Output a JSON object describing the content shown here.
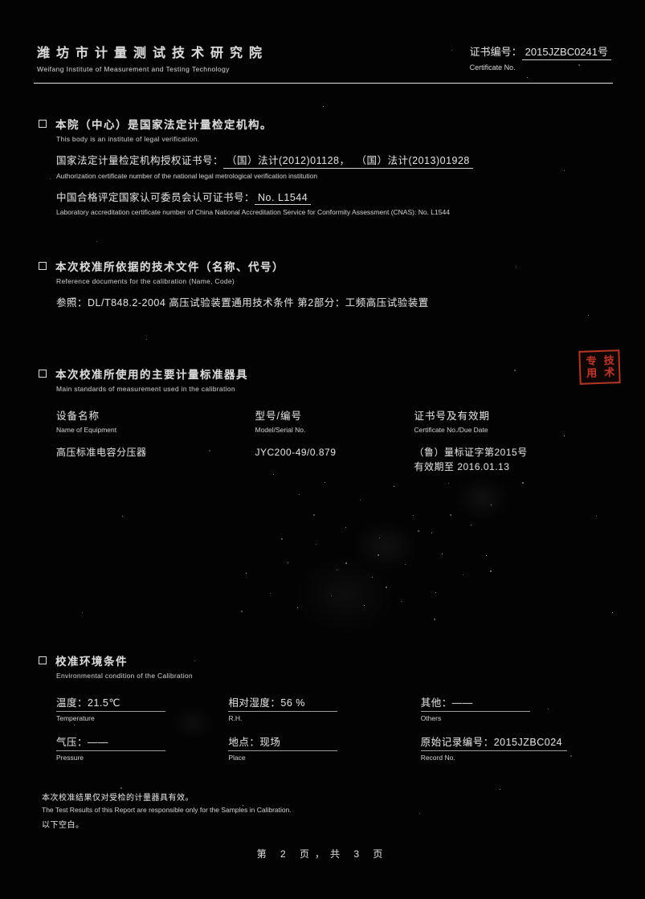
{
  "header": {
    "org_zh": "潍坊市计量测试技术研究院",
    "org_en": "Weifang Institute of Measurement and Testing Technology",
    "cert_label_zh": "证书编号：",
    "cert_no": "2015JZBC0241号",
    "cert_label_en": "Certificate No."
  },
  "section1": {
    "title_zh": "本院（中心）是国家法定计量检定机构。",
    "title_en": "This body is an institute of legal verification.",
    "auth_prefix_zh": "国家法定计量检定机构授权证书号：",
    "auth_no1": "（国）法计(2012)01128，",
    "auth_no2": "（国）法计(2013)01928",
    "auth_en": "Authorization certificate number of the national legal metrological verification institution",
    "cnas_prefix_zh": "中国合格评定国家认可委员会认可证书号：",
    "cnas_no": "No. L1544",
    "cnas_en": "Laboratory accreditation certificate number of China National Accreditation Service for Conformity Assessment (CNAS): No. L1544"
  },
  "section2": {
    "title_zh": "本次校准所依据的技术文件（名称、代号）",
    "title_en": "Reference documents for the calibration (Name, Code)",
    "doc": "参照：DL/T848.2-2004 高压试验装置通用技术条件 第2部分：工频高压试验装置"
  },
  "section3": {
    "title_zh": "本次校准所使用的主要计量标准器具",
    "title_en": "Main standards of measurement used in the calibration",
    "table": {
      "col1_zh": "设备名称",
      "col1_en": "Name of Equipment",
      "col2_zh": "型号/编号",
      "col2_en": "Model/Serial No.",
      "col3_zh": "证书号及有效期",
      "col3_en": "Certificate No./Due Date",
      "row": {
        "name": "高压标准电容分压器",
        "model": "JYC200-49/0.879",
        "cert_line1": "（鲁）量标证字第2015号",
        "cert_line2": "有效期至 2016.01.13"
      }
    }
  },
  "environment": {
    "title_zh": "校准环境条件",
    "title_en": "Environmental condition of the Calibration",
    "temp_label_zh": "温度：",
    "temp_value": "21.5℃",
    "temp_label_en": "Temperature",
    "rh_label_zh": "相对湿度：",
    "rh_value": "56 %",
    "rh_label_en": "R.H.",
    "others_label_zh": "其他：",
    "others_value": "——",
    "others_label_en": "Others",
    "pressure_label_zh": "气压：",
    "pressure_value": "——",
    "pressure_label_en": "Pressure",
    "place_label_zh": "地点：",
    "place_value": "现场",
    "place_label_en": "Place",
    "record_label_zh": "原始记录编号：",
    "record_value": "2015JZBC024",
    "record_label_en": "Record No."
  },
  "notes": {
    "line1_zh": "本次校准结果仅对受检的计量器具有效。",
    "line1_en": "The Test Results of this Report are responsible only for the Samples in Calibration.",
    "line2_zh": "以下空白。"
  },
  "footer": {
    "page_text": "第 2 页，共 3 页"
  },
  "seal": {
    "line1": "技术",
    "line2": "专用",
    "color": "#b43427"
  },
  "colors": {
    "background": "#030303",
    "text": "#d9d9d9",
    "seal_red": "#b43427"
  }
}
